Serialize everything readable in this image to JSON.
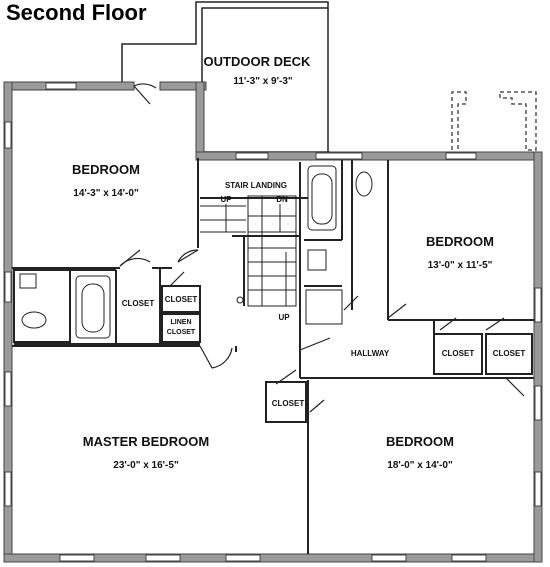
{
  "title": "Second Floor",
  "rooms": {
    "outdoor_deck": {
      "name": "OUTDOOR DECK",
      "dims": "11'-3\" x 9'-3\""
    },
    "bedroom_nw": {
      "name": "BEDROOM",
      "dims": "14'-3\" x 14'-0\""
    },
    "bedroom_ne": {
      "name": "BEDROOM",
      "dims": "13'-0\" x 11'-5\""
    },
    "master_bedroom": {
      "name": "MASTER BEDROOM",
      "dims": "23'-0\" x 16'-5\""
    },
    "bedroom_se": {
      "name": "BEDROOM",
      "dims": "18'-0\" x 14'-0\""
    }
  },
  "labels": {
    "stair_landing": "STAIR LANDING",
    "up": "UP",
    "dn": "DN",
    "up_lower": "UP",
    "closet_west": "CLOSET",
    "closet_center": "CLOSET",
    "linen_closet_1": "LINEN",
    "linen_closet_2": "CLOSET",
    "hallway": "HALLWAY",
    "closet_hall_1": "CLOSET",
    "closet_hall_2": "CLOSET",
    "closet_master": "CLOSET"
  },
  "colors": {
    "wall": "#9a9a9a",
    "wall_edge": "#444444",
    "line": "#222222",
    "background": "#ffffff"
  }
}
